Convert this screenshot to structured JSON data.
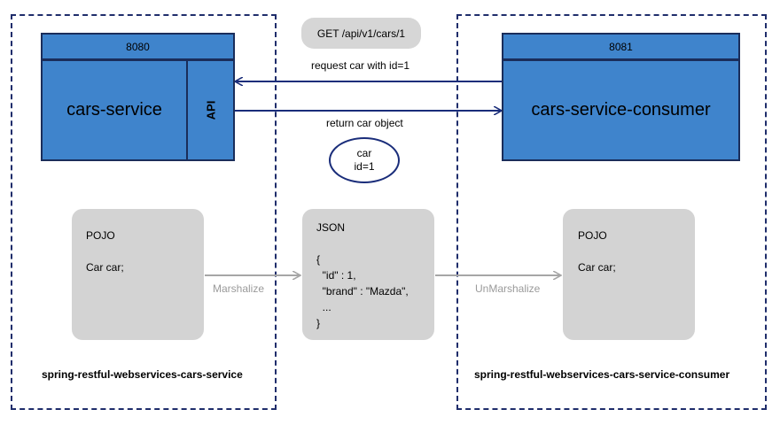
{
  "left_service": {
    "port": "8080",
    "name": "cars-service",
    "api_label": "API",
    "footer": "spring-restful-webservices-cars-service"
  },
  "right_service": {
    "port": "8081",
    "name": "cars-service-consumer",
    "footer": "spring-restful-webservices-cars-service-consumer"
  },
  "request": {
    "endpoint": "GET /api/v1/cars/1",
    "request_label": "request car with id=1",
    "response_label": "return car object"
  },
  "car_object": {
    "line1": "car",
    "line2": "id=1"
  },
  "left_pojo": {
    "title": "POJO",
    "body": "Car car;"
  },
  "right_pojo": {
    "title": "POJO",
    "body": "Car car;"
  },
  "json_card": {
    "title": "JSON",
    "lines": [
      "{",
      "  \"id\" : 1,",
      "  \"brand\" : \"Mazda\",",
      "  ...",
      "}"
    ]
  },
  "arrows": {
    "marshalize": "Marshalize",
    "unmarshalize": "UnMarshalize"
  },
  "colors": {
    "service_fill": "#3f84cc",
    "border_dark": "#1a2d5a",
    "card_gray": "#d3d3d3",
    "arrow_gray": "#a6a6a6"
  }
}
